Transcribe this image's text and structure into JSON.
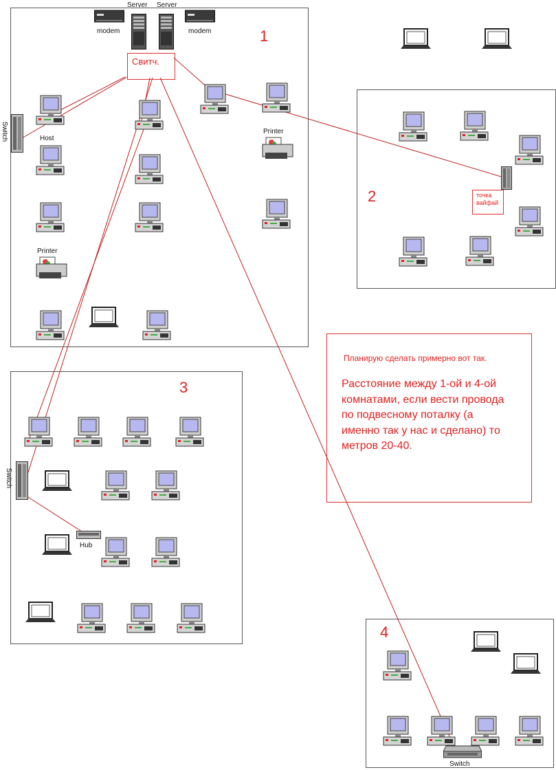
{
  "rooms": [
    {
      "number": "1"
    },
    {
      "number": "2"
    },
    {
      "number": "3"
    },
    {
      "number": "4"
    }
  ],
  "labels": {
    "server": "Server",
    "modem": "modem",
    "switch": "Switch",
    "host": "Host",
    "printer": "Printer",
    "hub": "Hub",
    "switch_box": "Свитч.",
    "ap_box": "точка вайфай"
  },
  "note": {
    "line1": "Планирую сделать примерно вот так.",
    "line2": "Расстояние между 1-ой и 4-ой комнатами, если вести провода по подвесному поталку (а именно так у нас и сделано) то метров 20-40."
  },
  "colors": {
    "accent_red": "#e02020",
    "cable": "#c02020",
    "screen": "#b8b8f0"
  },
  "icons": [
    "desktop-computer-icon",
    "laptop-icon",
    "server-tower-icon",
    "modem-icon",
    "printer-icon",
    "switch-icon",
    "hub-icon",
    "wifi-access-point-icon"
  ]
}
